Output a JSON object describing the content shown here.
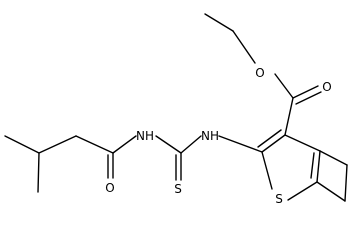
{
  "colors": {
    "bond": "#000000",
    "background": "#ffffff",
    "label": "#000000"
  },
  "atoms": {
    "ester_o_single": "O",
    "ester_o_double": "O",
    "amide_o": "O",
    "amide_nh": "NH",
    "thiourea_nh": "NH",
    "thione_s": "S",
    "ring_s": "S"
  }
}
